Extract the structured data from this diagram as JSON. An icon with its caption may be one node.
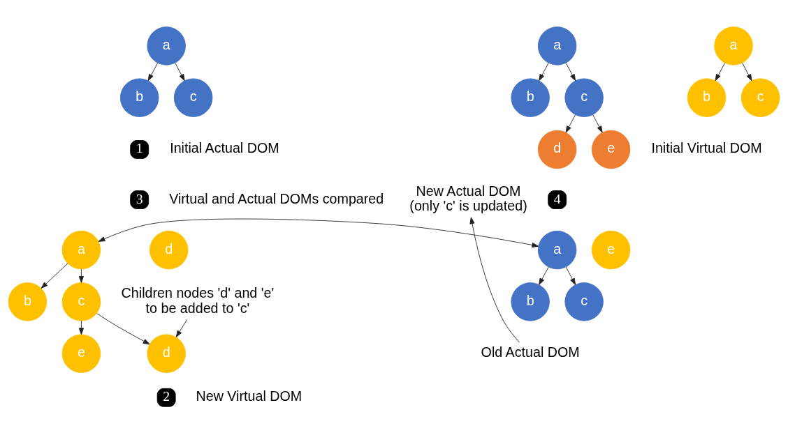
{
  "diagram": {
    "nodes": [
      {
        "text": [
          "a"
        ]
      },
      {
        "text": [
          "b"
        ]
      },
      {
        "text": [
          "c"
        ]
      },
      {
        "text": [
          "a"
        ]
      },
      {
        "text": [
          "b"
        ]
      },
      {
        "text": [
          "c"
        ]
      },
      {
        "text": [
          "a"
        ]
      },
      {
        "text": [
          "b"
        ]
      },
      {
        "text": [
          "c"
        ]
      },
      {
        "text": [
          "d"
        ]
      },
      {
        "text": [
          "e"
        ]
      },
      {
        "text": [
          "1"
        ],
        "beside": [
          "Initial Actual DOM"
        ]
      },
      {
        "text": [
          "3"
        ],
        "beside": [
          "Virtual and Actual DOMs compared"
        ]
      },
      {
        "text": [
          "a"
        ]
      },
      {
        "text": [
          "a"
        ]
      },
      {
        "text": [
          "4"
        ]
      },
      {
        "text": [
          "New Actual DOM (only 'c' is updated)"
        ]
      },
      {
        "text": [
          "d"
        ]
      },
      {
        "text": [
          "e"
        ]
      },
      {
        "text": [
          "Children nodes 'd' and 'e' to be added to 'c'"
        ]
      },
      {
        "text": [
          "b"
        ]
      },
      {
        "text": [
          "c"
        ]
      },
      {
        "text": [
          "b"
        ]
      },
      {
        "text": [
          "c"
        ]
      },
      {
        "text": [
          "d"
        ]
      },
      {
        "text": [
          "e"
        ]
      },
      {
        "text": [
          "Old Actual DOM"
        ]
      },
      {
        "text": [
          "2"
        ],
        "beside": [
          "New Virtual DOM"
        ]
      }
    ],
    "edges": [
      {
        "from": 0,
        "to": 1,
        "arrow": "to"
      },
      {
        "from": 0,
        "to": 2,
        "arrow": "to"
      },
      {
        "from": 3,
        "to": 4,
        "arrow": "to"
      },
      {
        "from": 3,
        "to": 5,
        "arrow": "to"
      },
      {
        "from": 6,
        "to": 7,
        "arrow": "to"
      },
      {
        "from": 6,
        "to": 8,
        "arrow": "to"
      },
      {
        "from": 8,
        "to": 9,
        "arrow": "to"
      },
      {
        "from": 8,
        "to": 10,
        "arrow": "to"
      },
      {
        "from": 13,
        "to": 14,
        "arrow": "both"
      },
      {
        "from": 13,
        "to": 20,
        "arrow": "to"
      },
      {
        "from": 13,
        "to": 21,
        "arrow": "to"
      },
      {
        "from": 14,
        "to": 22,
        "arrow": "to"
      },
      {
        "from": 14,
        "to": 23,
        "arrow": "to"
      },
      {
        "from": 21,
        "to": 24,
        "arrow": "to"
      },
      {
        "from": 21,
        "to": 25,
        "arrow": "to"
      },
      {
        "from": 19,
        "to": 24,
        "arrow": "to"
      },
      {
        "from": 26,
        "to": 16,
        "arrow": "to"
      }
    ],
    "labels": [
      "Initial Virtual DOM"
    ]
  }
}
